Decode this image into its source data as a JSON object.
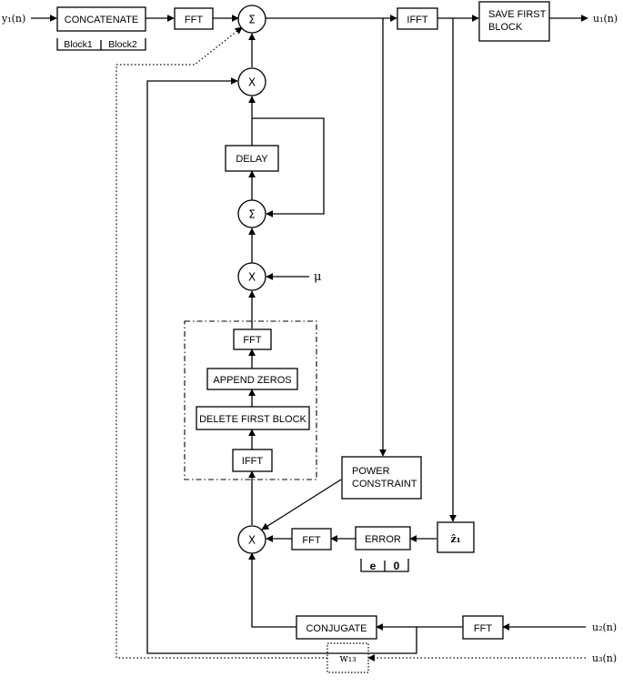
{
  "inputs": {
    "y1": "y₁(n)",
    "u2": "u₂(n)",
    "u3": "u₃(n)"
  },
  "outputs": {
    "u1": "u₁(n)"
  },
  "blocks": {
    "concatenate": "CONCATENATE",
    "fft_top": "FFT",
    "ifft_top": "IFFT",
    "save_first_block_line1": "SAVE FIRST",
    "save_first_block_line2": "BLOCK",
    "delay": "DELAY",
    "fft_inner": "FFT",
    "append_zeros": "APPEND ZEROS",
    "delete_first_block": "DELETE FIRST BLOCK",
    "ifft_inner": "IFFT",
    "power_constraint_line1": "POWER",
    "power_constraint_line2": "CONSTRAINT",
    "error": "ERROR",
    "fft_error": "FFT",
    "z_hat": "ẑ₁",
    "conjugate": "CONJUGATE",
    "fft_bottom": "FFT",
    "w13": "w₁₃"
  },
  "operators": {
    "sum_top": "Σ",
    "mult_top": "X",
    "sum_mid": "Σ",
    "mult_mu": "X",
    "mult_bottom": "X"
  },
  "step_size": "μ",
  "block_labels": {
    "block1": "Block1",
    "block2": "Block2",
    "e": "e",
    "zero": "0"
  }
}
